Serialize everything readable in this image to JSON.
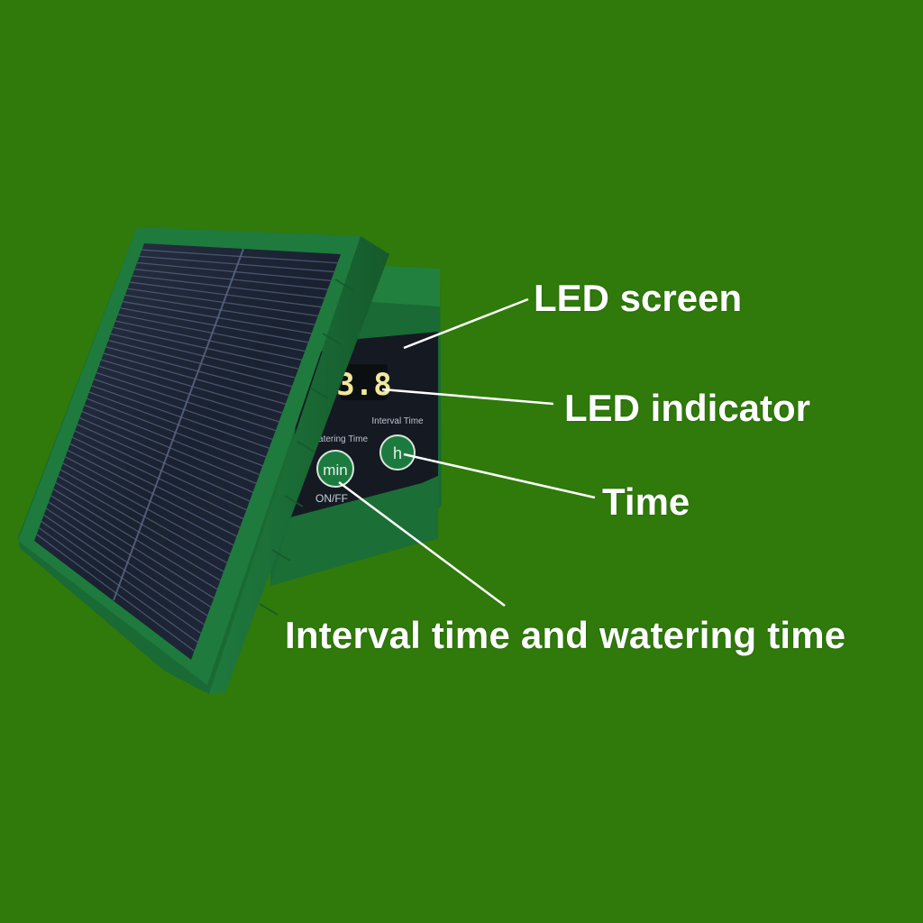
{
  "background_color": "#2f7a0b",
  "device": {
    "led_display": "3.8",
    "button_left_text": "min",
    "button_right_text": "h",
    "label_watering": "Watering Time",
    "label_interval": "Interval Time",
    "label_onoff": "ON/FF",
    "body_color": "#1c6a34",
    "panel_color": "#1b2233"
  },
  "callouts": {
    "led_screen": "LED screen",
    "led_indicator": "LED indicator",
    "time": "Time",
    "interval_watering": "Interval time and watering time"
  }
}
